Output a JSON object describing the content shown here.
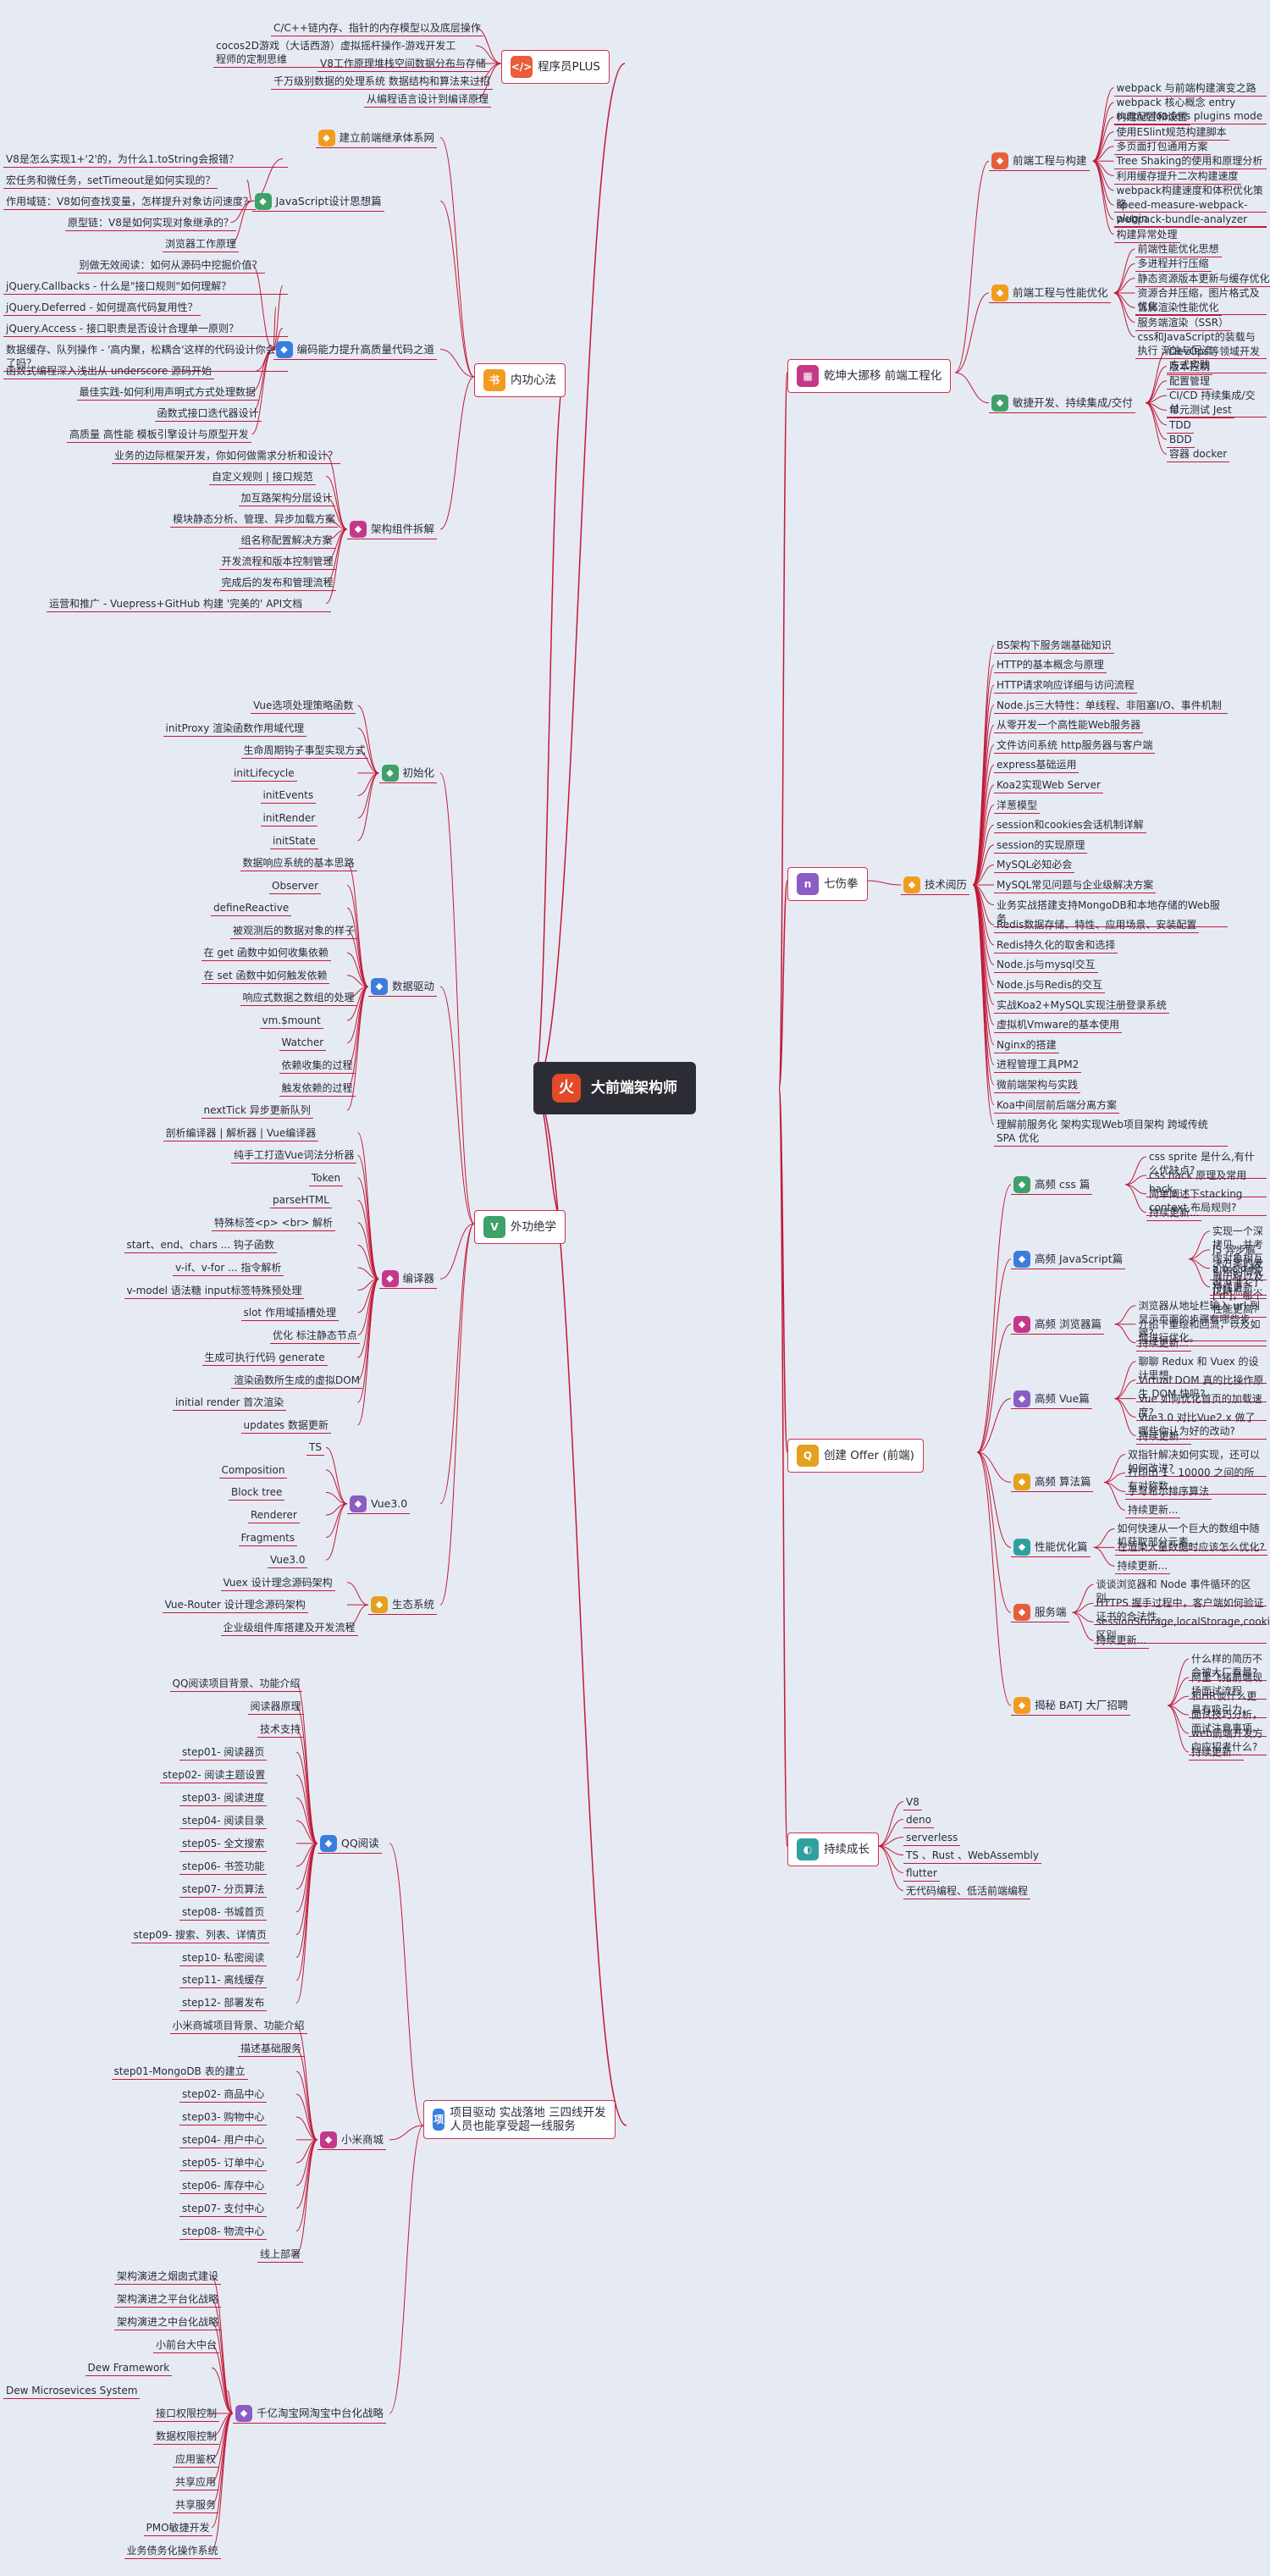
{
  "root": {
    "title": "大前端架构师",
    "icon": "fire-icon"
  },
  "left": [
    {
      "label": "程序员PLUS",
      "icon": "code-icon",
      "leaves": [
        "C/C++链内存、指针的内存模型以及底层操作",
        "cocos2D游戏（大话西游）虚拟摇杆操作-游戏开发工程师的定制思维",
        "V8工作原理堆栈空间数据分布与存储",
        "千万级别数据的处理系统 数据结构和算法来过招",
        "从编程语言设计到编译原理"
      ]
    },
    {
      "label": "内功心法",
      "icon": "book-icon",
      "subs": [
        {
          "label": "建立前端继承体系网",
          "leaves": []
        },
        {
          "label": "JavaScript设计思想篇",
          "leaves": [
            "V8是怎么实现1+'2'的，为什么1.toString会报错？",
            "宏任务和微任务，setTimeout是如何实现的？",
            "作用域链：V8如何查找变量，怎样提升对象访问速度？",
            "原型链：V8是如何实现对象继承的？",
            "浏览器工作原理"
          ]
        },
        {
          "label": "编码能力提升高质量代码之道",
          "leaves": [
            "别做无效阅读：如何从源码中挖掘价值？",
            "jQuery.Callbacks - 什么是\"接口规则\"如何理解？",
            "jQuery.Deferred - 如何提高代码复用性？",
            "jQuery.Access - 接口职责是否设计合理单一原则？",
            "数据缓存、队列操作 - '高内聚，松耦合'这样的代码设计你会了吗？",
            "函数式编程深入浅出从 underscore 源码开始",
            "最佳实践-如何利用声明式方式处理数据",
            "函数式接口迭代器设计",
            "高质量 高性能 模板引擎设计与原型开发"
          ]
        },
        {
          "label": "架构组件拆解",
          "leaves": [
            "业务的边际框架开发，你如何做需求分析和设计？",
            "自定义规则 | 接口规范",
            "加互路架构分层设计",
            "模块静态分析、管理、异步加载方案",
            "组名称配置解决方案",
            "开发流程和版本控制管理",
            "完成后的发布和管理流程",
            "运营和推广 - Vuepress+GitHub 构建 '完美的' API文档"
          ]
        }
      ]
    },
    {
      "label": "外功绝学",
      "icon": "vue-icon",
      "subs": [
        {
          "label": "初始化",
          "leaves": [
            "Vue选项处理策略函数",
            "initProxy  渲染函数作用域代理",
            "生命周期钩子事型实现方式",
            "initLifecycle",
            "initEvents",
            "initRender",
            "initState"
          ]
        },
        {
          "label": "数据驱动",
          "leaves": [
            "数据响应系统的基本思路",
            "Observer",
            "defineReactive",
            "被观测后的数据对象的样子",
            "在 get 函数中如何收集依赖",
            "在 set 函数中如何触发依赖",
            "响应式数据之数组的处理",
            "vm.$mount",
            "Watcher",
            "依赖收集的过程",
            "触发依赖的过程",
            "nextTick 异步更新队列"
          ]
        },
        {
          "label": "编译器",
          "leaves": [
            "剖析编译器 | 解析器 | Vue编译器",
            "纯手工打造Vue词法分析器",
            "Token",
            "parseHTML",
            "特殊标签<p> <br> 解析",
            "start、end、chars ... 钩子函数",
            "v-if、v-for ... 指令解析",
            "v-model 语法糖 input标签特殊预处理",
            "slot 作用域插槽处理",
            "优化 标注静态节点",
            "生成可执行代码 generate",
            "渲染函数所生成的虚拟DOM",
            "initial render 首次渲染",
            "updates 数据更新"
          ]
        },
        {
          "label": "Vue3.0",
          "leaves": [
            "TS",
            "Composition",
            "Block tree",
            "Renderer",
            "Fragments",
            "Vue3.0"
          ]
        },
        {
          "label": "生态系统",
          "leaves": [
            "Vuex 设计理念源码架构",
            "Vue-Router 设计理念源码架构",
            "企业级组件库搭建及开发流程"
          ]
        }
      ]
    },
    {
      "label": "项目驱动 实战落地 三四线开发人员也能享受超一线服务",
      "icon": "project-icon",
      "subs": [
        {
          "label": "QQ阅读",
          "leaves": [
            "QQ阅读项目背景、功能介绍",
            "阅读器原理",
            "技术支持",
            "step01- 阅读器页",
            "step02- 阅读主题设置",
            "step03- 阅读进度",
            "step04- 阅读目录",
            "step05- 全文搜索",
            "step06- 书签功能",
            "step07- 分页算法",
            "step08- 书城首页",
            "step09- 搜索、列表、详情页",
            "step10- 私密阅读",
            "step11- 离线缓存",
            "step12- 部署发布"
          ]
        },
        {
          "label": "小米商城",
          "leaves": [
            "小米商城项目背景、功能介绍",
            "描述基础服务",
            "step01-MongoDB 表的建立",
            "step02- 商品中心",
            "step03- 购物中心",
            "step04- 用户中心",
            "step05- 订单中心",
            "step06- 库存中心",
            "step07- 支付中心",
            "step08- 物流中心",
            "线上部署"
          ]
        },
        {
          "label": "千亿淘宝网淘宝中台化战略",
          "leaves": [
            "架构演进之烟囱式建设",
            "架构演进之平台化战略",
            "架构演进之中台化战略",
            "小前台大中台",
            "Dew Framework",
            "Dew Microsevices System",
            "接口权限控制",
            "数据权限控制",
            "应用鉴权",
            "共享应用",
            "共享服务",
            "PMO敏捷开发",
            "业务债务化操作系统"
          ]
        }
      ]
    }
  ],
  "right": [
    {
      "label": "乾坤大挪移 前端工程化",
      "icon": "cube-icon",
      "subs": [
        {
          "label": "前端工程与构建",
          "leaves": [
            "webpack 与前端构建演变之路",
            "webpack 核心概念 entry output loaders plugins mode",
            "构建配置和设置",
            "使用ESlint规范构建脚本",
            "多页面打包通用方案",
            "Tree Shaking的使用和原理分析",
            "利用缓存提升二次构建速度",
            "webpack构建速度和体积优化策略",
            "speed-measure-webpack-plugin",
            "webpack-bundle-analyzer",
            "构建异常处理"
          ]
        },
        {
          "label": "前端工程与性能优化",
          "leaves": [
            "前端性能优化思想",
            "多进程并行压缩",
            "静态资源版本更新与缓存优化",
            "资源合并压缩，图片格式及优化",
            "首屏渲染性能优化",
            "服务端渲染（SSR）",
            "css和JavaScript的装载与执行 渐油与回流"
          ]
        },
        {
          "label": "敏捷开发、持续集成/交付",
          "leaves": [
            "DevOps等领域开发方式实践",
            "版本控制",
            "配置管理",
            "CI/CD 持续集成/交付",
            "单元测试 Jest",
            "TDD",
            "BDD",
            "容器 docker"
          ]
        }
      ]
    },
    {
      "label": "七伤拳",
      "icon": "node-icon",
      "subs": [
        {
          "label": "技术阅历",
          "leaves": [
            "BS架构下服务端基础知识",
            "HTTP的基本概念与原理",
            "HTTP请求响应详细与访问流程",
            "Node.js三大特性：单线程、非阻塞I/O、事件机制",
            "从零开发一个高性能Web服务器",
            "文件访问系统 http服务器与客户端",
            "express基础运用",
            "Koa2实现Web Server",
            "洋葱模型",
            "session和cookies会话机制详解",
            "session的实现原理",
            "MySQL必知必会",
            "MySQL常见问题与企业级解决方案",
            "业务实战搭建支持MongoDB和本地存储的Web服务",
            "Redis数据存储、特性、应用场景、安装配置",
            "Redis持久化的取舍和选择",
            "Node.js与mysql交互",
            "Node.js与Redis的交互",
            "实战Koa2+MySQL实现注册登录系统",
            "虚拟机Vmware的基本使用",
            "Nginx的搭建",
            "进程管理工具PM2",
            "微前端架构与实践",
            "Koa中间层前后端分离方案",
            "理解前服务化 架构实现Web项目架构 跨域传统SPA 优化"
          ]
        }
      ]
    },
    {
      "label": "创建 Offer (前端)",
      "icon": "penguin-icon",
      "subs": [
        {
          "label": "高频 css 篇",
          "leaves": [
            "css sprite 是什么,有什么优缺点?",
            "css hack 原理及常用 hack。",
            "简单阐述下stacking context,布局规则?",
            "持续更新..."
          ]
        },
        {
          "label": "高频 JavaScript篇",
          "leaves": [
            "实现一个深拷贝，并考虑对象相互引用的情况",
            "JS 异步解决方案的发展历程以及优缺点。",
            "a.b.c.d 和 a['b']['c']['d']，哪个性能更高?",
            "持续更新..."
          ]
        },
        {
          "label": "高频 浏览器篇",
          "leaves": [
            "浏览器从地址栏输入 url 到显示页面的步骤有哪些步骤?",
            "介绍下重绘和回流，以及如何进行优化。",
            "持续更新..."
          ]
        },
        {
          "label": "高频 Vue篇",
          "leaves": [
            "聊聊 Redux 和 Vuex 的设计思想。",
            "Virtual DOM 真的比操作原生 DOM 快吗?",
            "Vue 如何优化首页的加载速度?",
            "Vue3.0 对比Vue2.x 做了哪些你认为好的改动?",
            "持续更新..."
          ]
        },
        {
          "label": "高频 算法篇",
          "leaves": [
            "双指针解决如何实现，还可以如何改进?",
            "打印出 1 - 10000 之间的所有对称数。",
            "手写希尔排序算法",
            "持续更新..."
          ]
        },
        {
          "label": "性能优化篇",
          "leaves": [
            "如何快速从一个巨大的数组中随机获取部分元素。",
            "在渲染大量数据时应该怎么优化?",
            "持续更新..."
          ]
        },
        {
          "label": "服务端",
          "leaves": [
            "谈谈浏览器和 Node 事件循环的区别。",
            "HTTPS 握手过程中，客户端如何验证证书的合法性。",
            "sessionStorage,localStorage,cookie 区别",
            "持续更新..."
          ]
        },
        {
          "label": "揭秘 BATJ 大厂招聘",
          "leaves": [
            "什么样的简历不会被大厂看最?",
            "阿里飞猪前端现场面试流程",
            "和HR谈什么更具有吸引力。",
            "面试技巧分析，面试注意事项。",
            "web前端开发方向应招考什么?",
            "持续更新..."
          ]
        }
      ]
    },
    {
      "label": "持续成长",
      "icon": "bubble-icon",
      "leaves": [
        "V8",
        "deno",
        "serverless",
        "TS 、Rust 、WebAssembly",
        "flutter",
        "无代码编程、低活前端编程"
      ]
    }
  ]
}
